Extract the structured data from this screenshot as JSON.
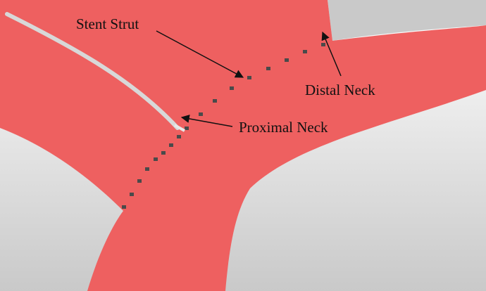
{
  "labels": {
    "stent_strut": "Stent Strut",
    "distal_neck": "Distal Neck",
    "proximal_neck": "Proximal Neck"
  },
  "colors": {
    "vessel": "#ee6060",
    "background_light": "#f7f7f7",
    "background_dark": "#c8c8c8",
    "strut": "#4a4a4a",
    "neck_line": "#d8d8d8",
    "arrow": "#111111"
  }
}
